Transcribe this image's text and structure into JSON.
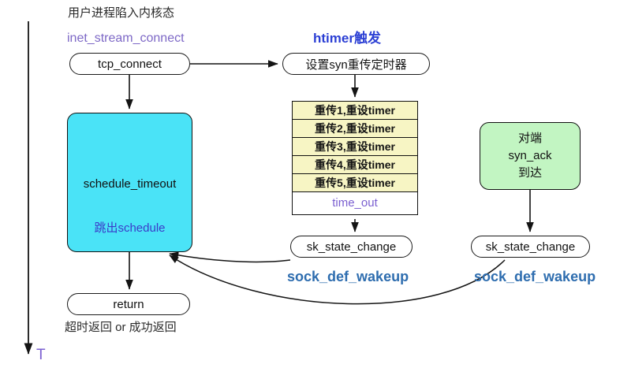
{
  "diagram": {
    "title_note": "用户进程陷入内核态",
    "time_axis_label": "T",
    "colors": {
      "schedule_box_fill": "#4ae3f7",
      "peer_box_fill": "#c2f5c2",
      "retrans_row_fill": "#f7f5c4",
      "purple_label": "#7d68c6",
      "blue_label": "#2b3fd4",
      "steel_blue_label": "#2e6daf",
      "stroke": "#111111"
    }
  },
  "labels": {
    "inet_stream_connect": "inet_stream_connect",
    "htimer_trigger": "htimer触发",
    "sock_def_wakeup_left": "sock_def_wakeup",
    "sock_def_wakeup_right": "sock_def_wakeup",
    "return_note": "超时返回 or 成功返回"
  },
  "nodes": {
    "tcp_connect": "tcp_connect",
    "set_syn_timer": "设置syn重传定时器",
    "schedule_timeout": "schedule_timeout",
    "schedule_exit": "跳出schedule",
    "sk_state_change_left": "sk_state_change",
    "sk_state_change_right": "sk_state_change",
    "return": "return",
    "peer_syn_ack": [
      "对端",
      "syn_ack",
      "到达"
    ]
  },
  "retransmission_table": {
    "rows": [
      "重传1,重设timer",
      "重传2,重设timer",
      "重传3,重设timer",
      "重传4,重设timer",
      "重传5,重设timer"
    ],
    "timeout_row": "time_out"
  }
}
